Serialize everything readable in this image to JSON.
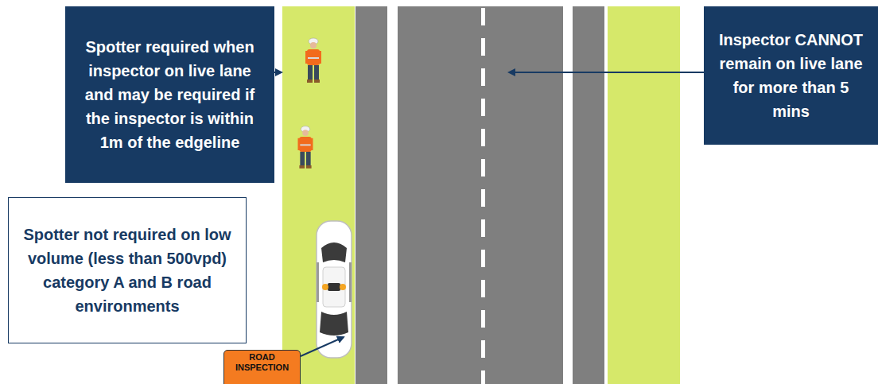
{
  "diagram": {
    "nodes": [
      {
        "text": [
          "Spotter required when inspector on live lane and may be required if the inspector is within 1m of the edgeline"
        ]
      },
      {
        "text": [
          "Inspector CANNOT remain on live lane for more than 5 mins"
        ]
      },
      {
        "text": [
          "Spotter not required on low volume (less than 500vpd) category A and B road environments"
        ]
      },
      {
        "text": [
          "ROAD INSPECTION"
        ]
      }
    ]
  }
}
